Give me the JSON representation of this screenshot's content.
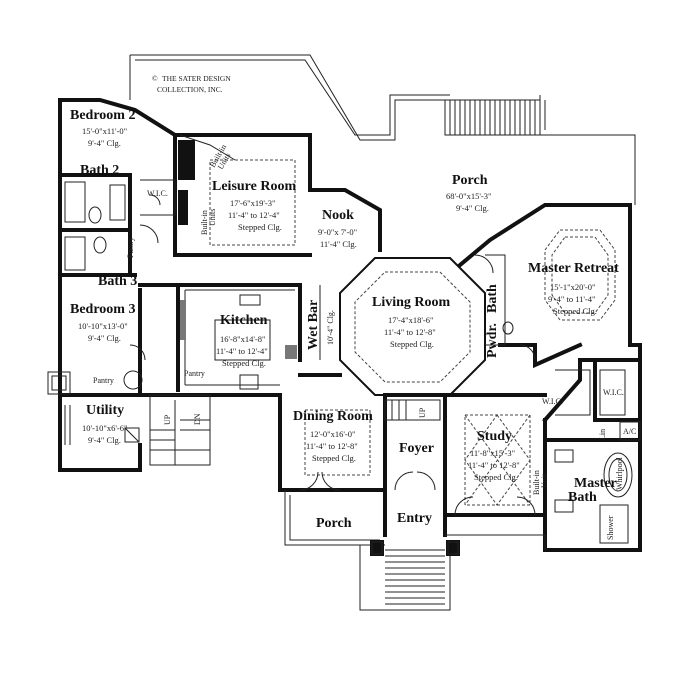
{
  "copyright": {
    "symbol": "©",
    "line1": "THE SATER DESIGN",
    "line2": "COLLECTION, INC."
  },
  "rooms": {
    "bedroom2": {
      "name": "Bedroom 2",
      "dims": "15'-0\"x11'-0\"",
      "clg": "9'-4\" Clg."
    },
    "bath2": {
      "name": "Bath 2"
    },
    "leisure": {
      "name": "Leisure Room",
      "dims": "17'-6\"x19'-3\"",
      "clg1": "11'-4\" to 12'-4\"",
      "clg2": "Stepped Clg."
    },
    "porch_rear": {
      "name": "Porch",
      "dims": "68'-0\"x15'-3\"",
      "clg": "9'-4\" Clg."
    },
    "nook": {
      "name": "Nook",
      "dims": "9'-0\"x 7'-0\"",
      "clg": "11'-4\" Clg."
    },
    "living": {
      "name": "Living Room",
      "dims": "17'-4\"x18'-6\"",
      "clg1": "11'-4\" to 12'-8\"",
      "clg2": "Stepped Clg."
    },
    "master_retreat": {
      "name": "Master Retreat",
      "dims": "15'-1\"x20'-0\"",
      "clg1": "9'-4\" to 11'-4\"",
      "clg2": "Stepped Clg."
    },
    "bath3": {
      "name": "Bath 3"
    },
    "bedroom3": {
      "name": "Bedroom 3",
      "dims": "10'-10\"x13'-0\"",
      "clg": "9'-4\" Clg."
    },
    "kitchen": {
      "name": "Kitchen",
      "dims": "16'-8\"x14'-8\"",
      "clg1": "11'-4\" to 12'-4\"",
      "clg2": "Stepped Clg."
    },
    "wetbar": {
      "name": "Wet Bar",
      "clg": "10'-4\" Clg."
    },
    "pwdr_bath": {
      "name1": "Pwdr.",
      "name2": "Bath"
    },
    "utility": {
      "name": "Utility",
      "dims": "10'-10\"x6'-6\"",
      "clg": "9'-4\" Clg."
    },
    "dining": {
      "name": "Dining Room",
      "dims": "12'-0\"x16'-0\"",
      "clg1": "11'-4\" to 12'-8\"",
      "clg2": "Stepped Clg."
    },
    "foyer": {
      "name": "Foyer"
    },
    "study": {
      "name": "Study",
      "dims": "11'-8\"x15'-3\"",
      "clg1": "11'-4\" to 12'-8\"",
      "clg2": "Stepped Clg."
    },
    "porch_front": {
      "name": "Porch"
    },
    "entry": {
      "name": "Entry"
    },
    "master_bath": {
      "name1": "Master",
      "name2": "Bath"
    }
  },
  "labels": {
    "wic1": "W.I.C.",
    "wic2": "W.I.C.",
    "wic3": "W.I.C.",
    "pantry1": "Pantry",
    "pantry2": "Pantry",
    "pantry3": "Pantry",
    "builtin1": "Built-in",
    "units1": "Units",
    "builtin2": "Built-in",
    "units2": "Units",
    "builtin3": "Built-in",
    "unit3": "Unit",
    "ac": "A/C",
    "lin": "Lin",
    "whirlpool": "Whirlpool",
    "up1": "UP",
    "dn1": "DN",
    "up2": "UP",
    "shower": "Shower"
  }
}
